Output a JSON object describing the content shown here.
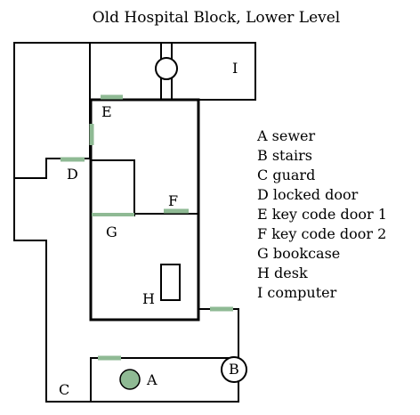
{
  "title": "Old Hospital Block, Lower Level",
  "colors": {
    "door": "#8fba94",
    "sewer_fill": "#8fba94",
    "wall": "#000000",
    "background": "#ffffff"
  },
  "labels": {
    "A": "A",
    "B": "B",
    "C": "C",
    "D": "D",
    "E": "E",
    "F": "F",
    "G": "G",
    "H": "H",
    "I": "I"
  },
  "legend": [
    "A sewer",
    "B stairs",
    "C guard",
    "D locked door",
    "E key code door 1",
    "F key code door 2",
    "G bookcase",
    "H desk",
    "I computer"
  ]
}
